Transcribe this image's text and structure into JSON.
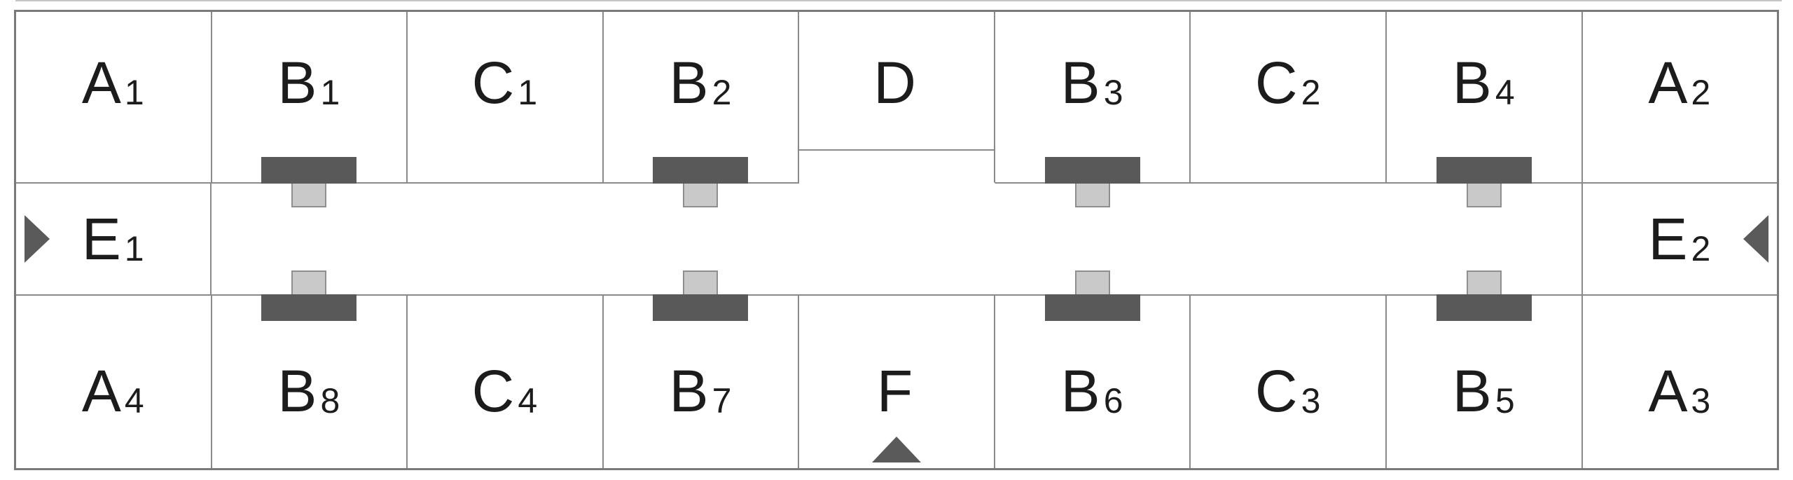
{
  "diagram_title": "schematic-layout-diagram",
  "colors": {
    "background": "#ffffff",
    "outer_border": "#7a7a7a",
    "wall_line": "#8a8a8a",
    "dock_dark": "#595959",
    "dock_light_fill": "#c9c9c9",
    "dock_light_border": "#8f8f8f",
    "arrow": "#5a5a5a",
    "text": "#1c1c1c",
    "top_edge_line": "#c6c6c6"
  },
  "rows": {
    "top": [
      {
        "id": "A1",
        "letter": "A",
        "sub": "1"
      },
      {
        "id": "B1",
        "letter": "B",
        "sub": "1",
        "dock": "bottom"
      },
      {
        "id": "C1",
        "letter": "C",
        "sub": "1"
      },
      {
        "id": "B2",
        "letter": "B",
        "sub": "2",
        "dock": "bottom"
      },
      {
        "id": "D",
        "letter": "D",
        "sub": "",
        "open_bottom": true
      },
      {
        "id": "B3",
        "letter": "B",
        "sub": "3",
        "dock": "bottom"
      },
      {
        "id": "C2",
        "letter": "C",
        "sub": "2"
      },
      {
        "id": "B4",
        "letter": "B",
        "sub": "4",
        "dock": "bottom"
      },
      {
        "id": "A2",
        "letter": "A",
        "sub": "2"
      }
    ],
    "middle": [
      {
        "id": "E1",
        "letter": "E",
        "sub": "1",
        "arrow": "right"
      },
      {
        "id": "corridor",
        "letter": "",
        "sub": ""
      },
      {
        "id": "E2",
        "letter": "E",
        "sub": "2",
        "arrow": "left"
      }
    ],
    "bottom": [
      {
        "id": "A4",
        "letter": "A",
        "sub": "4"
      },
      {
        "id": "B8",
        "letter": "B",
        "sub": "8",
        "dock": "top"
      },
      {
        "id": "C4",
        "letter": "C",
        "sub": "4"
      },
      {
        "id": "B7",
        "letter": "B",
        "sub": "7",
        "dock": "top"
      },
      {
        "id": "F",
        "letter": "F",
        "sub": "",
        "arrow": "up"
      },
      {
        "id": "B6",
        "letter": "B",
        "sub": "6",
        "dock": "top"
      },
      {
        "id": "C3",
        "letter": "C",
        "sub": "3"
      },
      {
        "id": "B5",
        "letter": "B",
        "sub": "5",
        "dock": "top"
      },
      {
        "id": "A3",
        "letter": "A",
        "sub": "3"
      }
    ]
  }
}
